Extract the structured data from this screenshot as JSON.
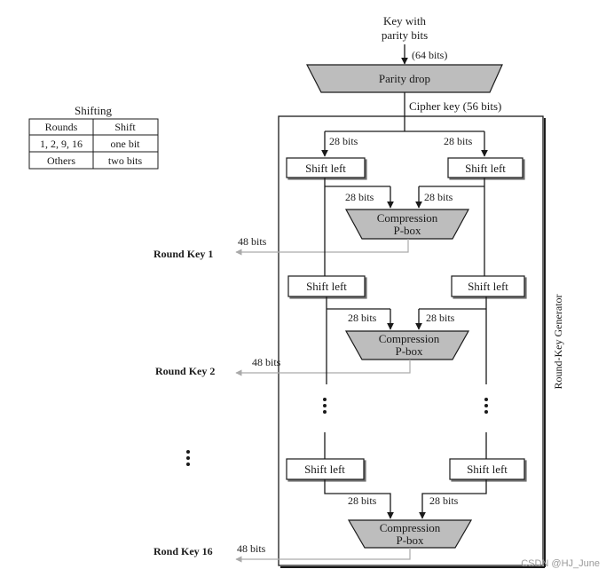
{
  "key_input": {
    "line1": "Key with",
    "line2": "parity bits",
    "size": "(64 bits)"
  },
  "parity_drop": "Parity drop",
  "cipher_key": "Cipher key (56 bits)",
  "shifting_table": {
    "title": "Shifting",
    "headers": [
      "Rounds",
      "Shift"
    ],
    "rows": [
      [
        "1, 2, 9, 16",
        "one bit"
      ],
      [
        "Others",
        "two bits"
      ]
    ]
  },
  "bits_28": "28 bits",
  "bits_48": "48 bits",
  "shift_left": "Shift left",
  "compression": {
    "line1": "Compression",
    "line2": "P-box"
  },
  "round_keys": [
    "Round Key 1",
    "Round Key 2",
    "Rond Key 16"
  ],
  "generator_label": "Round-Key Generator",
  "watermark": "CSDN @HJ_June",
  "colors": {
    "trapezoid_fill": "#bdbdbd",
    "line": "#1a1a1a",
    "output_line": "#aaaaaa"
  }
}
